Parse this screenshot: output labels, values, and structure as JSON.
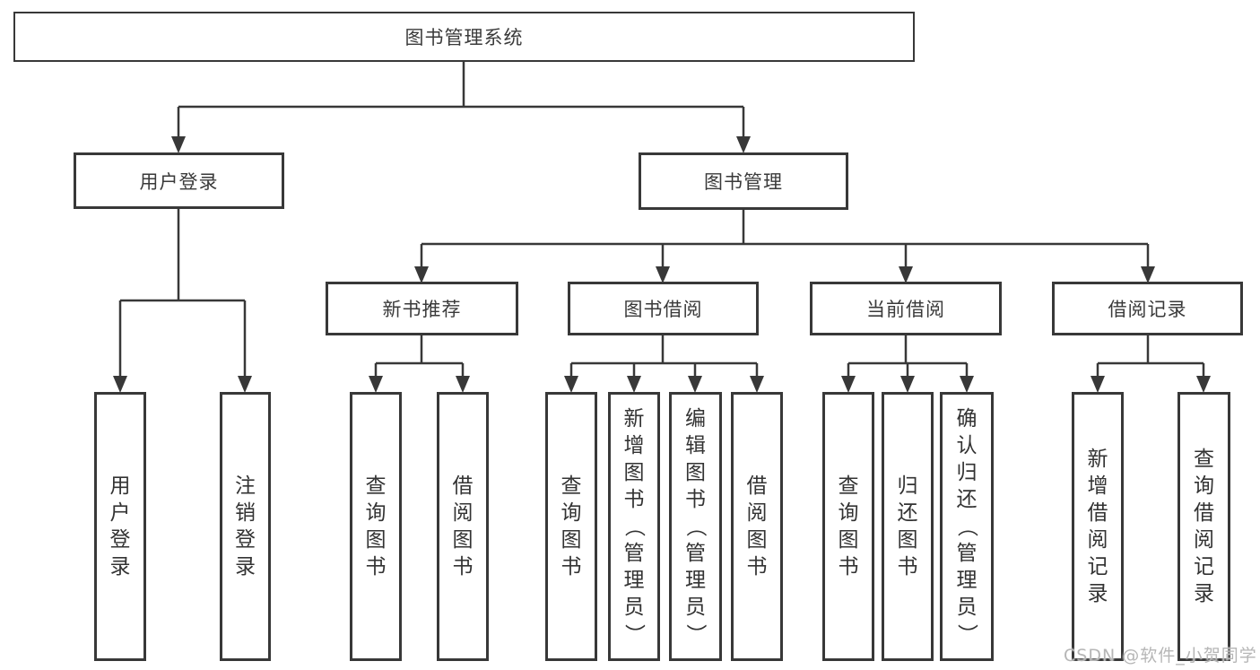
{
  "diagram": {
    "root": {
      "label": "图书管理系统"
    },
    "branches": [
      {
        "label": "用户登录",
        "leaves": [
          {
            "label": "用户登录"
          },
          {
            "label": "注销登录"
          }
        ]
      },
      {
        "label": "图书管理",
        "groups": [
          {
            "label": "新书推荐",
            "leaves": [
              {
                "label": "查询图书"
              },
              {
                "label": "借阅图书"
              }
            ]
          },
          {
            "label": "图书借阅",
            "leaves": [
              {
                "label": "查询图书"
              },
              {
                "label": "新增图书（管理员）"
              },
              {
                "label": "编辑图书（管理员）"
              },
              {
                "label": "借阅图书"
              }
            ]
          },
          {
            "label": "当前借阅",
            "leaves": [
              {
                "label": "查询图书"
              },
              {
                "label": "归还图书"
              },
              {
                "label": "确认归还（管理员）"
              }
            ]
          },
          {
            "label": "借阅记录",
            "leaves": [
              {
                "label": "新增借阅记录"
              },
              {
                "label": "查询借阅记录"
              }
            ]
          }
        ]
      }
    ]
  },
  "watermark": {
    "text": "CSDN @软件_小贺同学"
  },
  "colors": {
    "line": "#383838",
    "text": "#333333",
    "box_background": "#ffffff",
    "watermark": "#b6b6b6"
  }
}
